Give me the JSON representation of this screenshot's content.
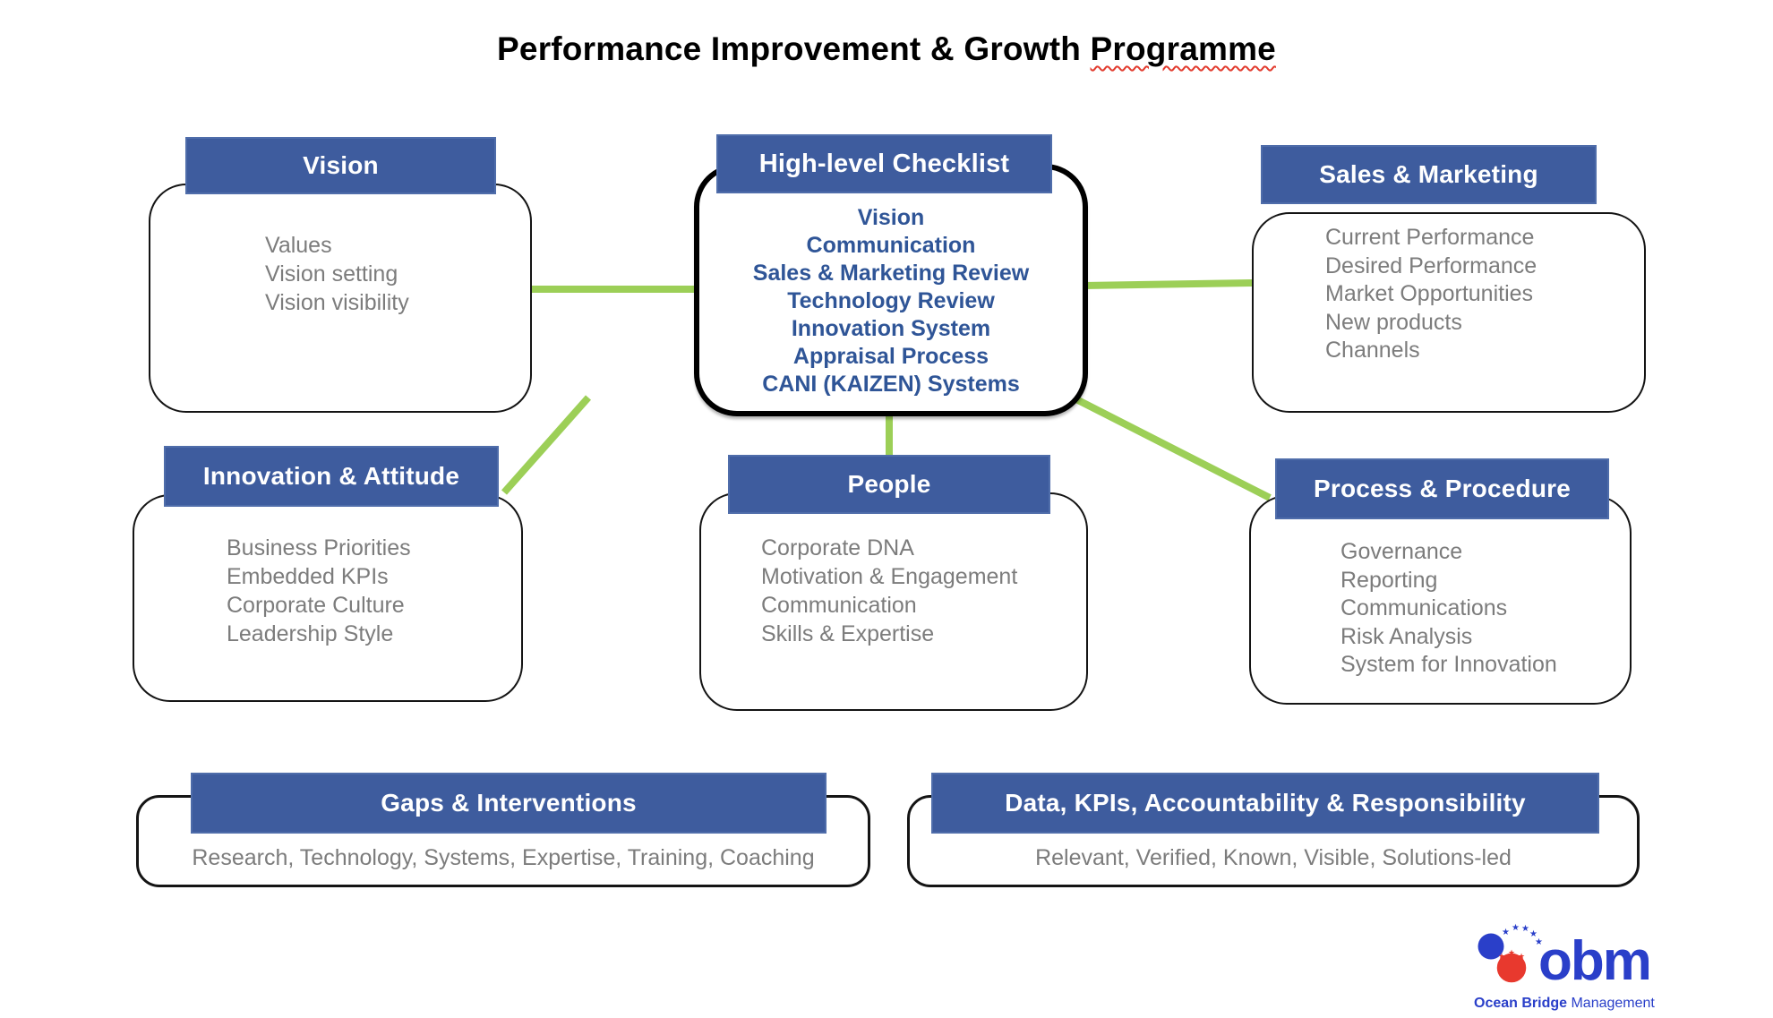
{
  "title": {
    "main": "Performance Improvement & Growth",
    "underlined_word": "Programme"
  },
  "checklist": {
    "header": "High-level Checklist",
    "items": [
      "Vision",
      "Communication",
      "Sales & Marketing Review",
      "Technology Review",
      "Innovation System",
      "Appraisal Process",
      "CANI (KAIZEN) Systems"
    ]
  },
  "boxes": [
    {
      "id": "vision",
      "header": "Vision",
      "items": [
        "Values",
        "Vision setting",
        "Vision visibility"
      ]
    },
    {
      "id": "sales-marketing",
      "header": "Sales & Marketing",
      "items": [
        "Current Performance",
        "Desired Performance",
        "Market Opportunities",
        "New products",
        "Channels"
      ]
    },
    {
      "id": "innovation-attitude",
      "header": "Innovation & Attitude",
      "items": [
        "Business Priorities",
        "Embedded KPIs",
        "Corporate Culture",
        "Leadership Style"
      ]
    },
    {
      "id": "people",
      "header": "People",
      "items": [
        "Corporate DNA",
        "Motivation & Engagement",
        "Communication",
        "Skills & Expertise"
      ]
    },
    {
      "id": "process-procedure",
      "header": "Process & Procedure",
      "items": [
        "Governance",
        "Reporting",
        "Communications",
        "Risk Analysis",
        "System for Innovation"
      ]
    }
  ],
  "bottom_boxes": [
    {
      "id": "gaps-interventions",
      "header": "Gaps & Interventions",
      "text": "Research, Technology, Systems, Expertise, Training, Coaching"
    },
    {
      "id": "data-kpis",
      "header": "Data, KPIs, Accountability & Responsibility",
      "text": "Relevant, Verified, Known, Visible, Solutions-led"
    }
  ],
  "logo": {
    "acronym": "obm",
    "name_bold": "Ocean Bridge",
    "name_regular": " Management"
  },
  "colors": {
    "header_blue": "#3E5C9E",
    "checklist_text": "#2F5597",
    "connector_green": "#9CCF57",
    "item_gray": "#7C7C7C",
    "logo_blue": "#2A3FC9",
    "logo_red": "#E8392E",
    "squiggle_red": "#E23B2E"
  }
}
